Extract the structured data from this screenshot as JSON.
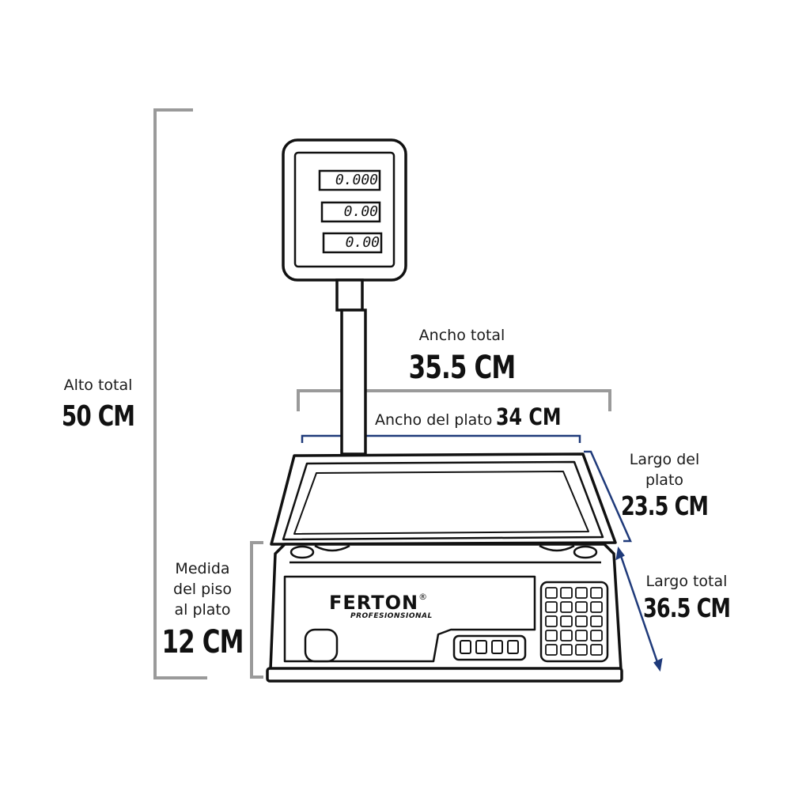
{
  "display": {
    "readout1": "0.000",
    "readout2": "0.00",
    "readout3": "0.00"
  },
  "brand": {
    "name": "FERTON",
    "registered": "®",
    "subtitle": "PROFESIONSIONAL"
  },
  "dimensions": {
    "alto_total": {
      "label": "Alto total",
      "value": "50 CM"
    },
    "ancho_total": {
      "label": "Ancho total",
      "value": "35.5 CM"
    },
    "ancho_plato": {
      "label": "Ancho del plato",
      "value": "34 CM"
    },
    "largo_plato": {
      "label_line1": "Largo del",
      "label_line2": "plato",
      "value": "23.5 CM"
    },
    "largo_total": {
      "label": "Largo total",
      "value": "36.5 CM"
    },
    "medida_piso": {
      "label_line1": "Medida",
      "label_line2": "del piso",
      "label_line3": "al plato",
      "value": "12 CM"
    }
  },
  "colors": {
    "gray_bracket": "#9a9a9a",
    "navy_bracket": "#1f3a7a",
    "outline": "#111111"
  }
}
